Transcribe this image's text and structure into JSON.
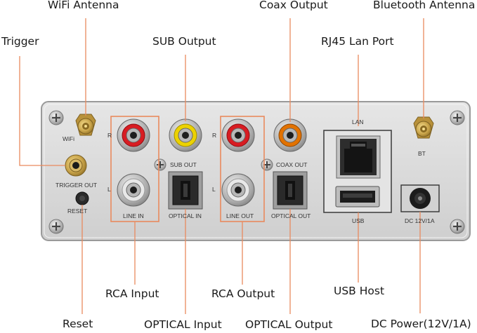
{
  "callouts": {
    "wifi_antenna": "WiFi Antenna",
    "coax_output": "Coax Output",
    "bluetooth_antenna": "Bluetooth Antenna",
    "trigger": "Trigger",
    "sub_output": "SUB Output",
    "rj45_lan_port": "RJ45 Lan Port",
    "rca_input": "RCA Input",
    "rca_output": "RCA Output",
    "usb_host": "USB Host",
    "reset": "Reset",
    "optical_input": "OPTICAL Input",
    "optical_output": "OPTICAL Output",
    "dc_power": "DC Power(12V/1A)"
  },
  "panel_labels": {
    "wifi": "WiFi",
    "trigger_out": "TRIGGER OUT",
    "reset": "RESET",
    "r_in": "R",
    "l_in": "L",
    "line_in": "LINE IN",
    "sub_out": "SUB OUT",
    "optical_in": "OPTICAL IN",
    "r_out": "R",
    "l_out": "L",
    "line_out": "LINE OUT",
    "coax_out": "COAX OUT",
    "optical_out": "OPTICAL OUT",
    "lan": "LAN",
    "usb": "USB",
    "bt": "BT",
    "dc": "DC 12V/1A"
  },
  "colors": {
    "leader": "#e98a5e",
    "panel": "#dcdcdc",
    "rca_red": "#d81c22",
    "rca_white": "#e8e8e8",
    "rca_yellow": "#ecd200",
    "rca_orange": "#e27200",
    "gold": "#c9a44a"
  }
}
